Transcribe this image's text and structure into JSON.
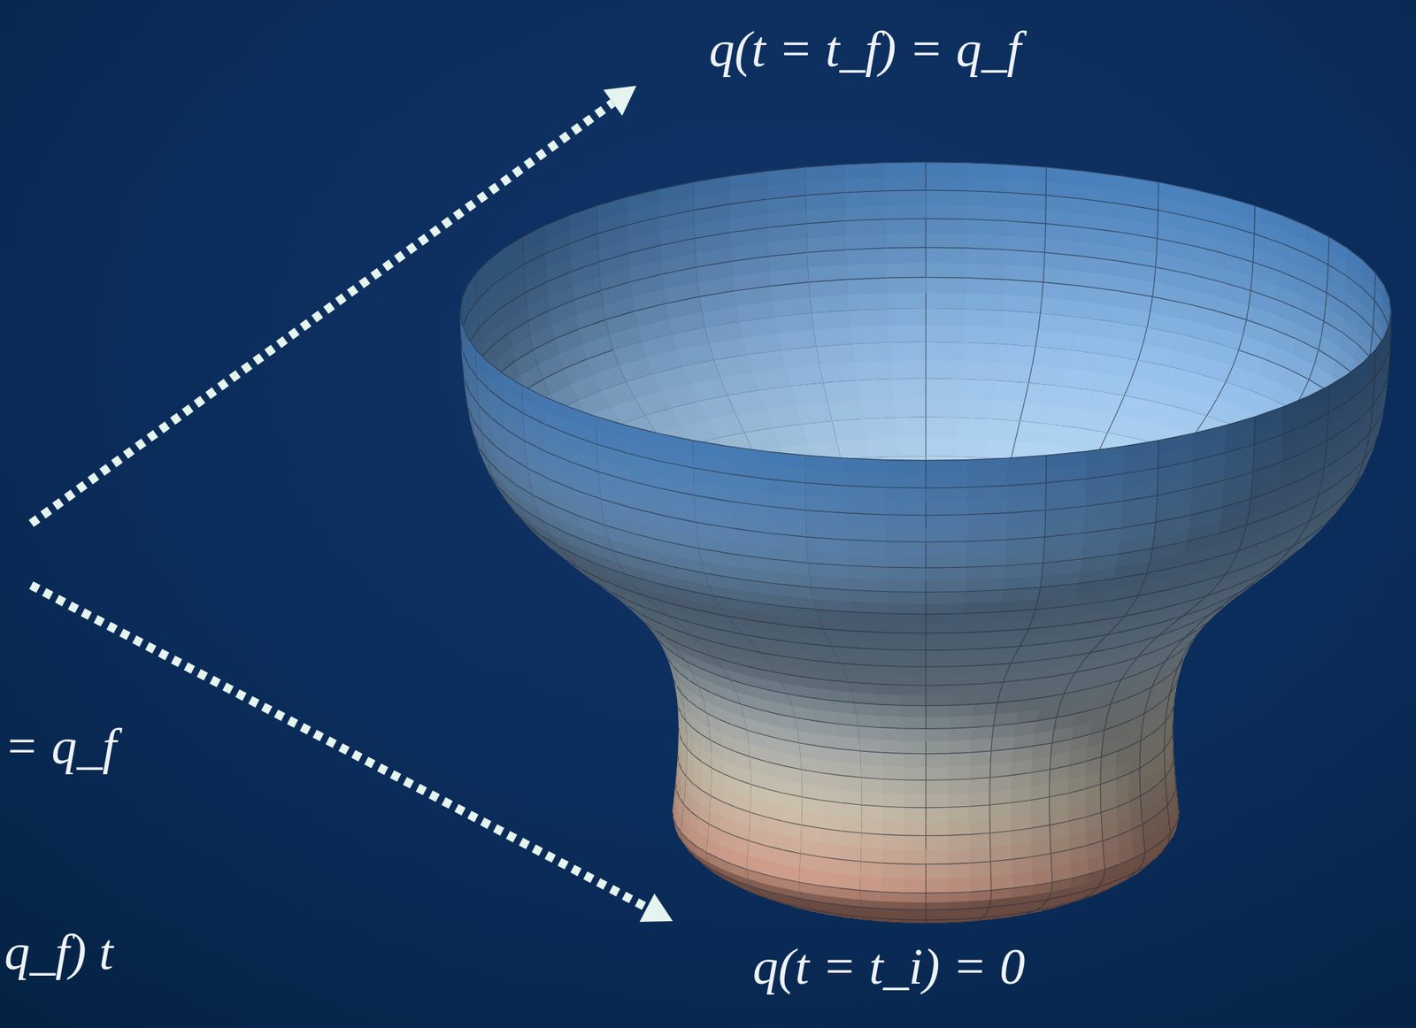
{
  "diagram": {
    "labels": [
      "q(t = t_f) = q_f",
      "= q_f",
      "q_f) t",
      "q(t = t_i) = 0"
    ]
  }
}
